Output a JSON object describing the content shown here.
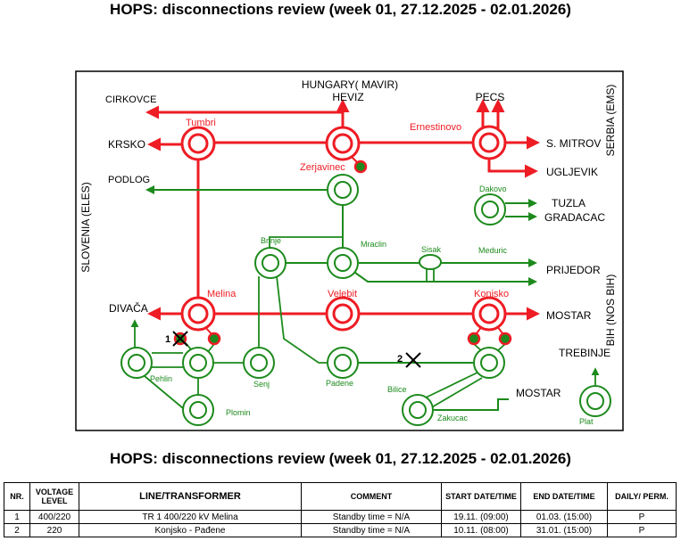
{
  "title": "HOPS: disconnections review (week 01, 27.12.2025 - 02.01.2026)",
  "diagram": {
    "labels": {
      "hungary": "HUNGARY( MAVIR)",
      "heviz": "HEVIZ",
      "pecs": "PECS",
      "cirkovce": "CIRKOVCE",
      "krsko": "KRSKO",
      "podlog": "PODLOG",
      "divaca": "DIVAČA",
      "slovenia": "SLOVENIA (ELES)",
      "serbia": "SERBIA (EMS)",
      "bih": "BIH (NOS BIH)",
      "s_mitrov": "S. MITROV",
      "ugljevik": "UGLJEVIK",
      "tuzla": "TUZLA",
      "gradacac": "GRADACAC",
      "prijedor": "PRIJEDOR",
      "mostar1": "MOSTAR",
      "mostar2": "MOSTAR",
      "trebinje": "TREBINJE",
      "tumbri": "Tumbri",
      "zerjavinec": "Zerjavinec",
      "ernestinovo": "Ernestinovo",
      "dakovo": "Dakovo",
      "brinje": "Brinje",
      "mraclin": "Mraclin",
      "sisak": "Sisak",
      "meduric": "Meduric",
      "melina": "Melina",
      "velebit": "Velebit",
      "konjsko": "Konjsko",
      "pehlin": "Pehlin",
      "senj": "Senj",
      "padene": "Padene",
      "plomin": "Plomin",
      "bilice": "Bilice",
      "zakucac": "Zakucac",
      "plat": "Plat",
      "mark1": "1",
      "mark2": "2"
    },
    "colors": {
      "red": "#ee1c24",
      "green": "#1c8a1c",
      "black": "#000000"
    }
  },
  "table": {
    "headers": [
      "NR.",
      "VOLTAGE LEVEL",
      "LINE/TRANSFORMER",
      "COMMENT",
      "START DATE/TIME",
      "END DATE/TIME",
      "DAILY/ PERM."
    ],
    "rows": [
      [
        "1",
        "400/220",
        "TR 1 400/220 kV Melina",
        "Standby time = N/A",
        "19.11. (09:00)",
        "01.03. (15:00)",
        "P"
      ],
      [
        "2",
        "220",
        "Konjsko - Pađene",
        "Standby time = N/A",
        "10.11. (08:00)",
        "31.01. (15:00)",
        "P"
      ]
    ]
  }
}
